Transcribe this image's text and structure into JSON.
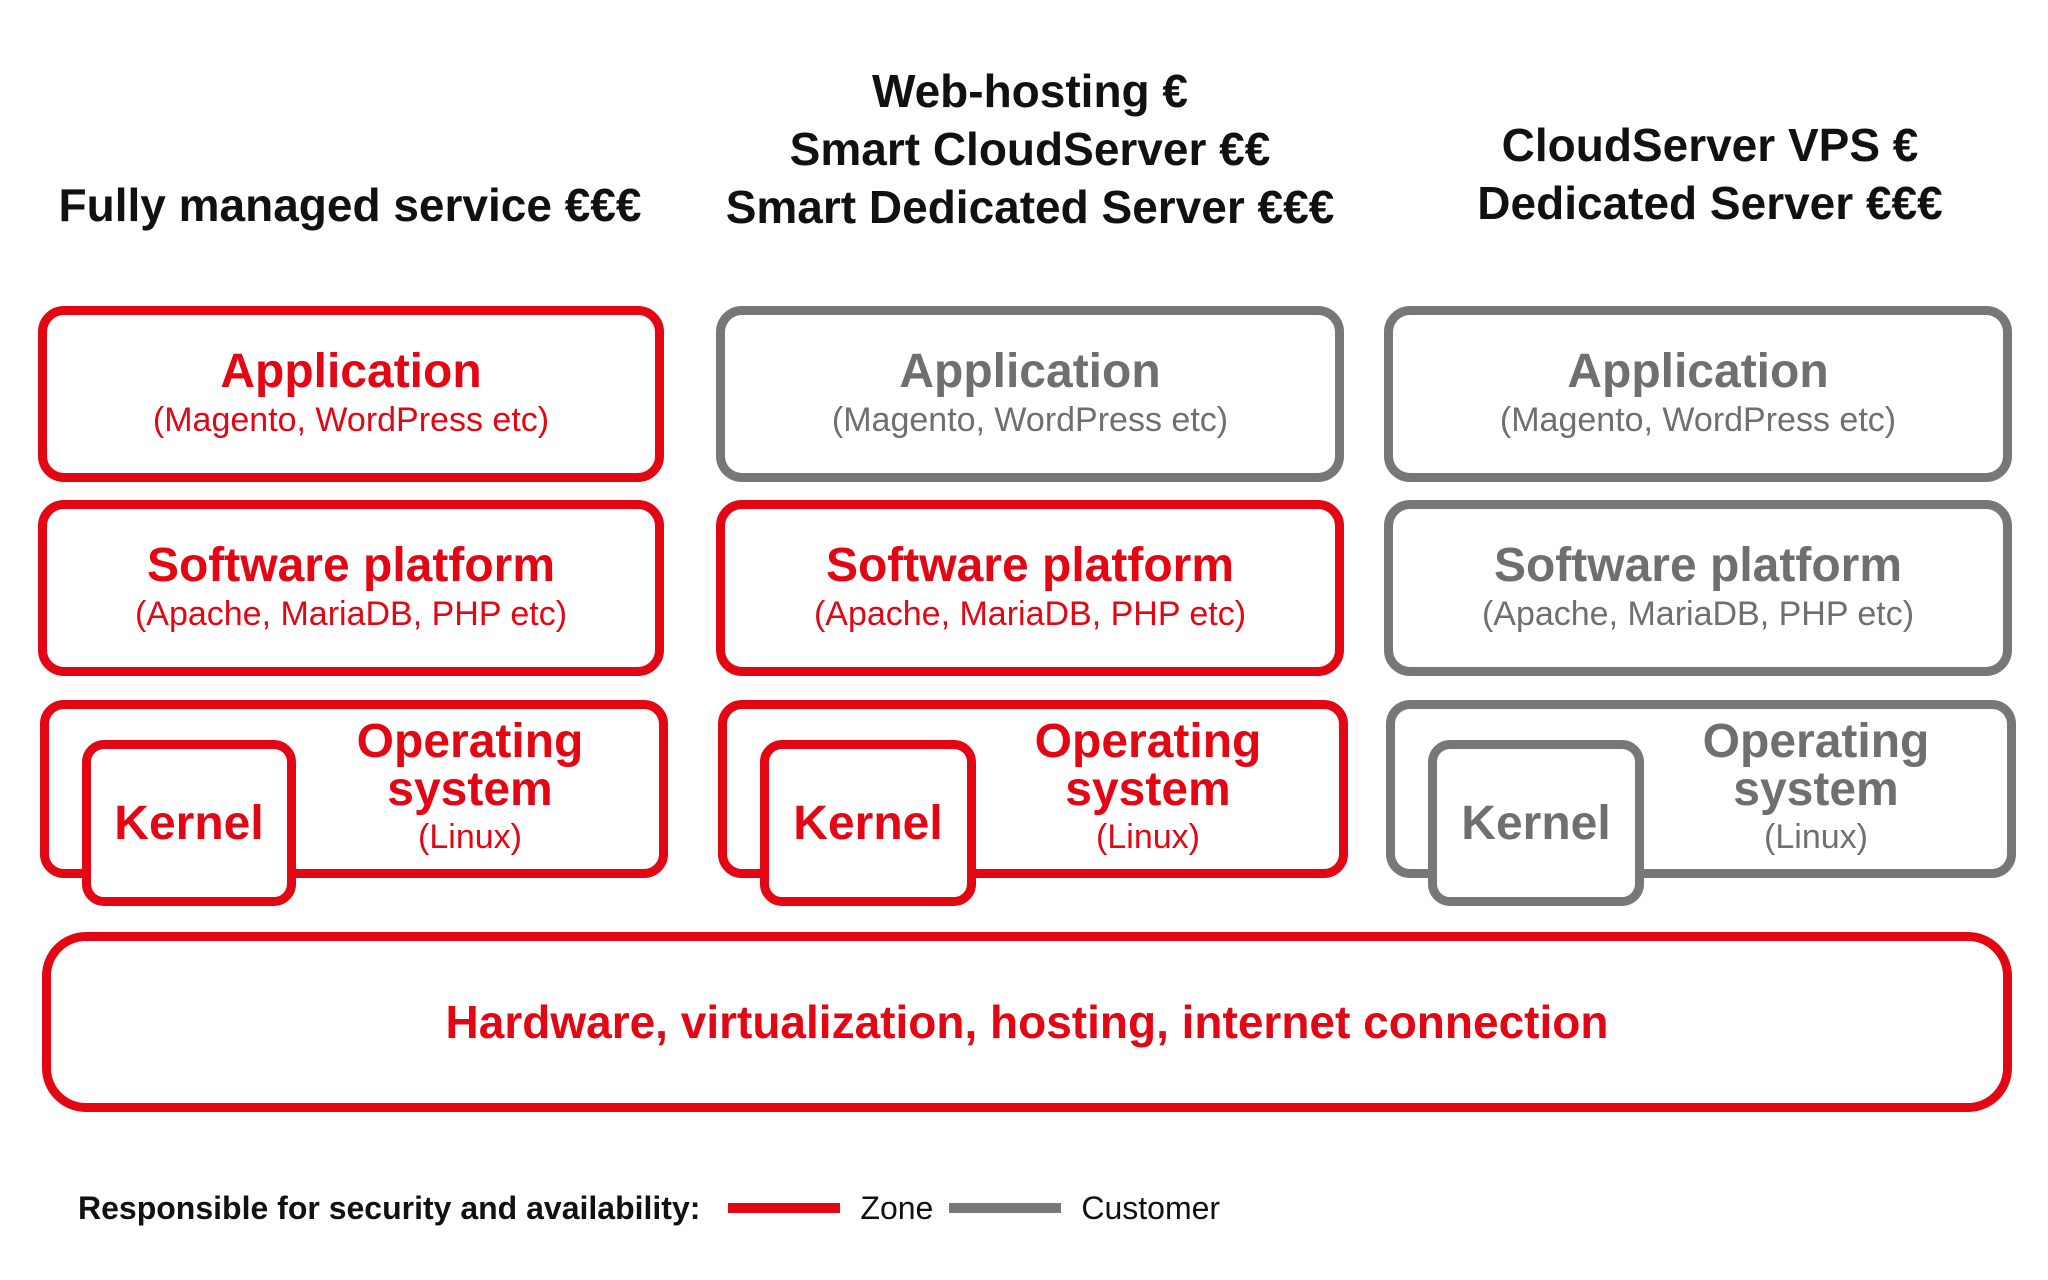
{
  "columns": [
    {
      "header": [
        "Fully managed service €€€"
      ],
      "application": {
        "title": "Application",
        "sub": "(Magento, WordPress etc)",
        "owner": "zone"
      },
      "platform": {
        "title": "Software platform",
        "sub": "(Apache, MariaDB, PHP etc)",
        "owner": "zone"
      },
      "os": {
        "title1": "Operating",
        "title2": "system",
        "sub": "(Linux)",
        "kernel": "Kernel",
        "owner": "zone"
      }
    },
    {
      "header": [
        "Web-hosting €",
        "Smart CloudServer €€",
        "Smart Dedicated Server €€€"
      ],
      "application": {
        "title": "Application",
        "sub": "(Magento, WordPress etc)",
        "owner": "customer"
      },
      "platform": {
        "title": "Software platform",
        "sub": "(Apache, MariaDB, PHP etc)",
        "owner": "zone"
      },
      "os": {
        "title1": "Operating",
        "title2": "system",
        "sub": "(Linux)",
        "kernel": "Kernel",
        "owner": "zone"
      }
    },
    {
      "header": [
        "CloudServer VPS €",
        "Dedicated Server €€€"
      ],
      "application": {
        "title": "Application",
        "sub": "(Magento, WordPress etc)",
        "owner": "customer"
      },
      "platform": {
        "title": "Software platform",
        "sub": "(Apache, MariaDB, PHP etc)",
        "owner": "customer"
      },
      "os": {
        "title1": "Operating",
        "title2": "system",
        "sub": "(Linux)",
        "kernel": "Kernel",
        "owner": "customer"
      }
    }
  ],
  "hardware": {
    "label": "Hardware, virtualization, hosting, internet connection",
    "owner": "zone"
  },
  "legend": {
    "label": "Responsible for security and availability:",
    "items": [
      {
        "name": "Zone",
        "color": "#e30613"
      },
      {
        "name": "Customer",
        "color": "#777777"
      }
    ]
  },
  "colors": {
    "zone": "#e30613",
    "customer": "#777777"
  }
}
